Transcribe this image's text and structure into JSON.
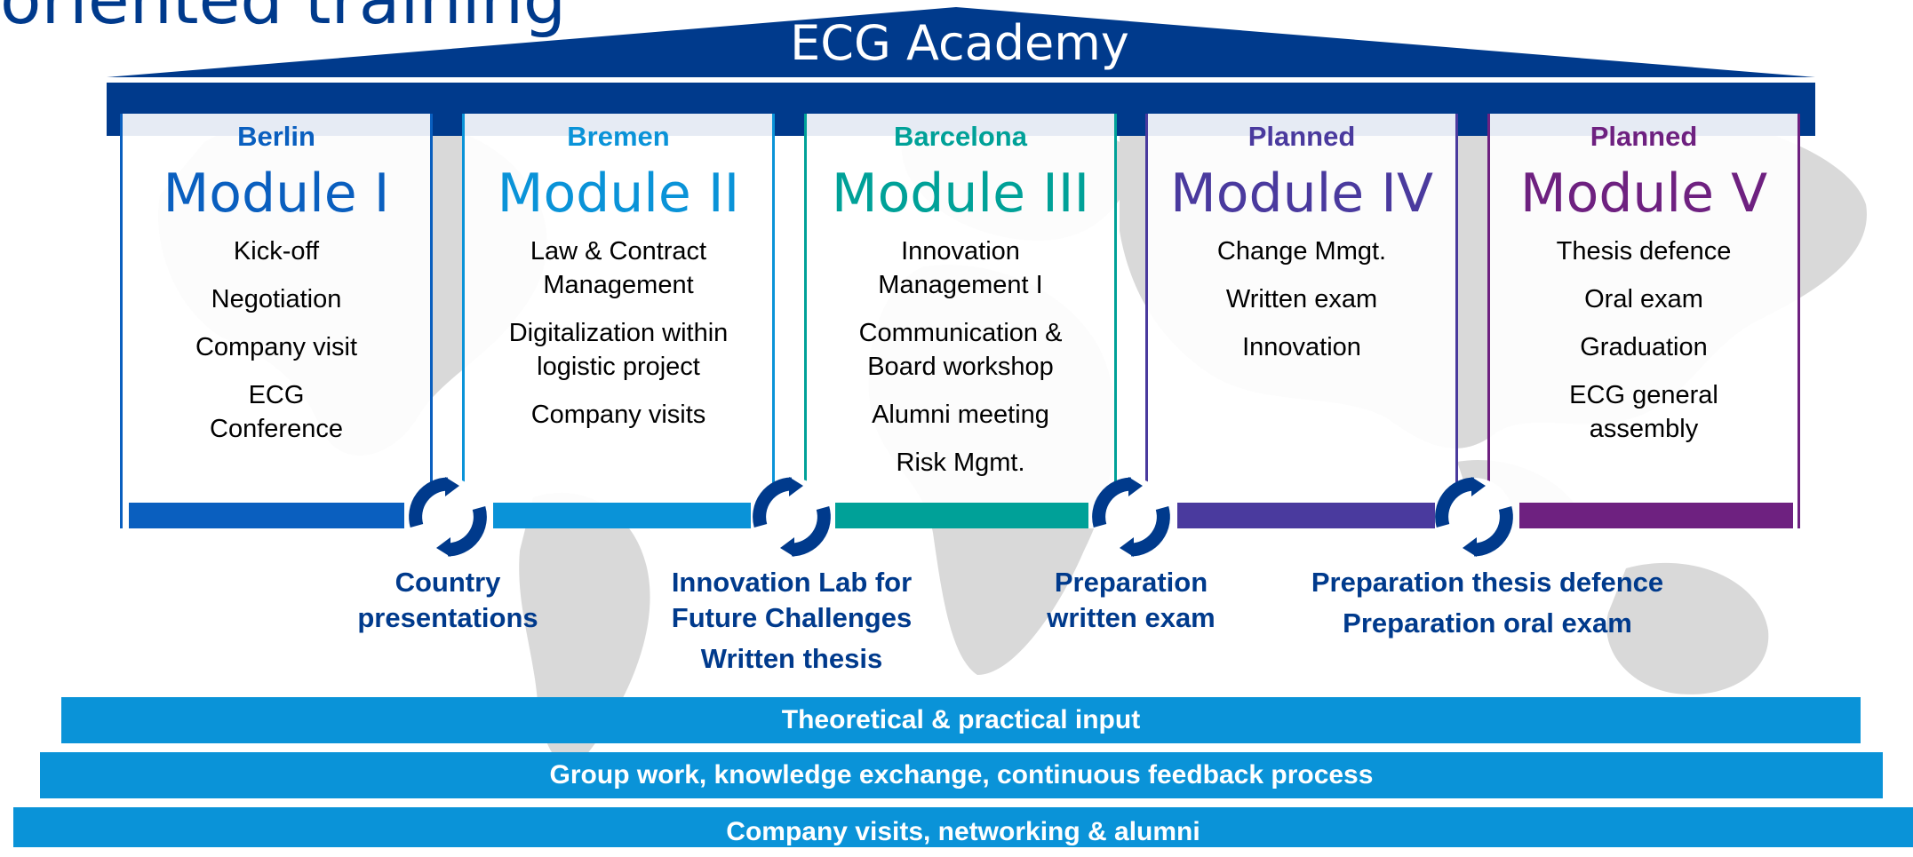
{
  "title_fragment": "oriented training",
  "academy_label": "ECG Academy",
  "modules": [
    {
      "location": "Berlin",
      "name": "Module I",
      "color": "#0a5fbf",
      "items": [
        "Kick-off",
        "Negotiation",
        "Company visit",
        "ECG Conference"
      ]
    },
    {
      "location": "Bremen",
      "name": "Module II",
      "color": "#0a93d8",
      "items": [
        "Law & Contract Management",
        "Digitalization within logistic project",
        "Company visits"
      ]
    },
    {
      "location": "Barcelona",
      "name": "Module III",
      "color": "#00a198",
      "items": [
        "Innovation Management I",
        "Communication & Board workshop",
        "Alumni meeting",
        "Risk Mgmt."
      ]
    },
    {
      "location": "Planned",
      "name": "Module IV",
      "color": "#4a3a9e",
      "items": [
        "Change Mmgt.",
        "Written exam",
        "Innovation"
      ]
    },
    {
      "location": "Planned",
      "name": "Module V",
      "color": "#6e2180",
      "items": [
        "Thesis defence",
        "Oral exam",
        "Graduation",
        "ECG general assembly"
      ]
    }
  ],
  "transitions": [
    {
      "line1": "Country",
      "line2": "presentations",
      "line3": ""
    },
    {
      "line1": "Innovation Lab for",
      "line2": "Future Challenges",
      "line3": "Written thesis"
    },
    {
      "line1": "Preparation",
      "line2": "written exam",
      "line3": ""
    },
    {
      "line1": "Preparation thesis defence",
      "line2": "Preparation oral exam",
      "line3": ""
    }
  ],
  "foundation": [
    {
      "label": "Theoretical & practical input",
      "color": "#0a93d8"
    },
    {
      "label": "Group work, knowledge exchange, continuous feedback process",
      "color": "#0a93d8"
    },
    {
      "label": "Company visits, networking & alumni",
      "color": "#0a93d8"
    }
  ],
  "colors": {
    "navy": "#003a8c",
    "map_gray": "#d6d6d6"
  },
  "icons": [
    "cycle-arrows-icon"
  ]
}
